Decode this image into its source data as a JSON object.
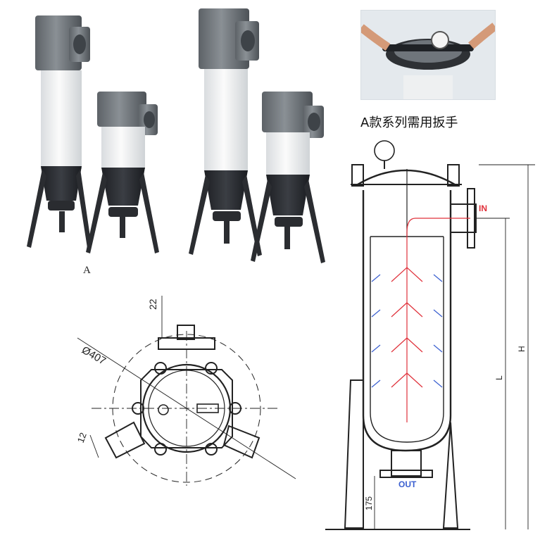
{
  "captions": {
    "product_label": "A",
    "wrench_note": "A款系列需用扳手"
  },
  "top_view": {
    "dim_top": "22",
    "dim_diameter": "Ø407",
    "dim_inlet": "12"
  },
  "section_view": {
    "inlet_label": "IN",
    "outlet_label": "OUT",
    "dim_height": "H",
    "dim_length": "L",
    "dim_leg": "175"
  },
  "colors": {
    "housing_gray": "#6e7479",
    "pipe_white": "#f1f2f2",
    "stand_dark": "#2b2d31",
    "flow_red": "#e0303a",
    "flow_blue": "#3a5fd0",
    "line": "#222222"
  }
}
